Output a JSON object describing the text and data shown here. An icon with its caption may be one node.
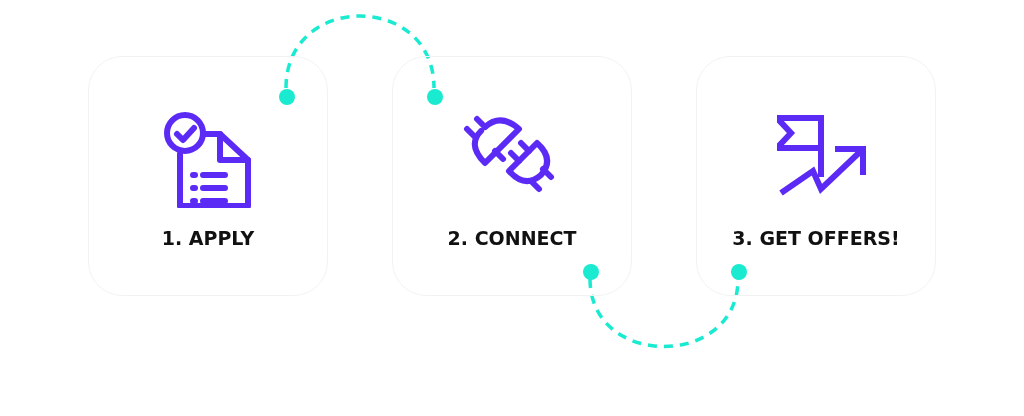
{
  "diagram": {
    "nodes": [
      {
        "text": [
          "1. APPLY"
        ]
      },
      {
        "text": [],
        "shape": "circle",
        "in": 0
      },
      {
        "text": [
          "2. CONNECT"
        ]
      },
      {
        "text": [],
        "shape": "circle",
        "in": 2
      },
      {
        "text": [],
        "shape": "circle",
        "in": 2
      },
      {
        "text": [
          "3. GET OFFERS!"
        ]
      },
      {
        "text": [],
        "shape": "circle",
        "in": 5
      }
    ],
    "edges": [
      {
        "from": 1,
        "to": 3,
        "arrow": "none",
        "style": "dashed"
      },
      {
        "from": 4,
        "to": 6,
        "arrow": "none",
        "style": "dashed"
      }
    ]
  }
}
